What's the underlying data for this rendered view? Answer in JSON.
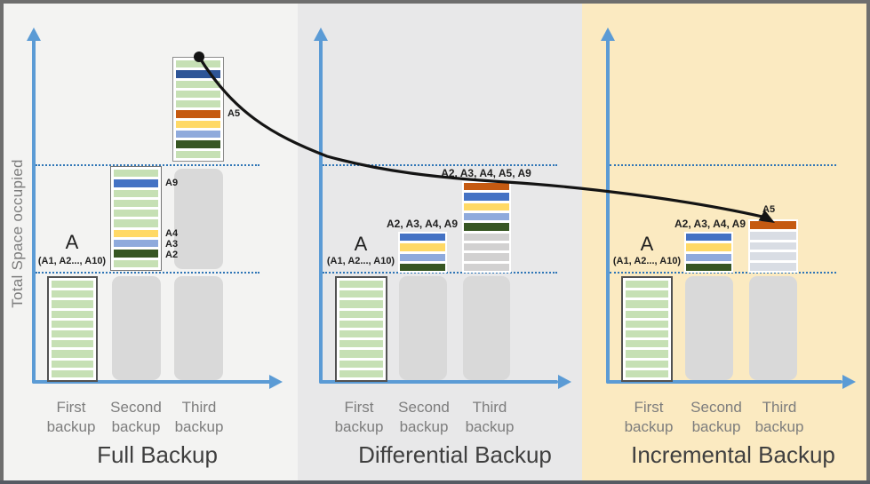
{
  "colors": {
    "green": "#C6E0B4",
    "blue": "#4472C4",
    "navy": "#2E5597",
    "orange": "#C55A11",
    "yellow": "#FFD966",
    "lightblue": "#8FAADC",
    "darkgreen": "#375623",
    "gray": "#D2D1D1",
    "bluegray": "#D9DDE4",
    "axis_blue": "#5B9BD5",
    "dotted_blue": "#2E75B6",
    "ghost_gray": "#D9D9D9",
    "panel_full_bg": "#F3F3F2",
    "panel_diff_bg": "#E8E8E9",
    "panel_incr_bg": "#FBEAC1"
  },
  "axis": {
    "y_label": "Total Space occupied"
  },
  "panels": {
    "full": {
      "title": "Full Backup",
      "xticks": [
        "First\nbackup",
        "Second\nbackup",
        "Third\nbackup"
      ],
      "bar1": {
        "label": "A",
        "sublabel": "(A1, A2..., A10)",
        "stripes": [
          "green",
          "green",
          "green",
          "green",
          "green",
          "green",
          "green",
          "green",
          "green",
          "green"
        ]
      },
      "bar2": {
        "stripes": [
          "green",
          "blue",
          "green",
          "green",
          "green",
          "green",
          "yellow",
          "lightblue",
          "darkgreen",
          "green"
        ],
        "callouts": [
          "A9",
          "A4",
          "A3",
          "A2"
        ]
      },
      "bar3": {
        "stripes": [
          "green",
          "navy",
          "green",
          "green",
          "green",
          "orange",
          "yellow",
          "lightblue",
          "darkgreen",
          "green"
        ],
        "callout": "A5"
      }
    },
    "diff": {
      "title": "Differential Backup",
      "xticks": [
        "First\nbackup",
        "Second\nbackup",
        "Third\nbackup"
      ],
      "bar1": {
        "label": "A",
        "sublabel": "(A1, A2..., A10)",
        "stripes": [
          "green",
          "green",
          "green",
          "green",
          "green",
          "green",
          "green",
          "green",
          "green",
          "green"
        ]
      },
      "stack2": {
        "label": "A2, A3, A4, A9",
        "stripes": [
          "blue",
          "yellow",
          "lightblue",
          "darkgreen"
        ]
      },
      "stack3": {
        "label": "A2, A3, A4, A5, A9",
        "stripes": [
          "orange",
          "blue",
          "yellow",
          "lightblue",
          "darkgreen",
          "gray",
          "gray",
          "gray",
          "gray"
        ]
      }
    },
    "incr": {
      "title": "Incremental Backup",
      "xticks": [
        "First\nbackup",
        "Second\nbackup",
        "Third\nbackup"
      ],
      "bar1": {
        "label": "A",
        "sublabel": "(A1, A2..., A10)",
        "stripes": [
          "green",
          "green",
          "green",
          "green",
          "green",
          "green",
          "green",
          "green",
          "green",
          "green"
        ]
      },
      "stack2": {
        "label": "A2, A3, A4, A9",
        "stripes": [
          "blue",
          "yellow",
          "lightblue",
          "darkgreen"
        ]
      },
      "stack3": {
        "label": "A5",
        "stripes": [
          "orange",
          "bluegray",
          "bluegray",
          "bluegray",
          "bluegray"
        ]
      }
    }
  }
}
